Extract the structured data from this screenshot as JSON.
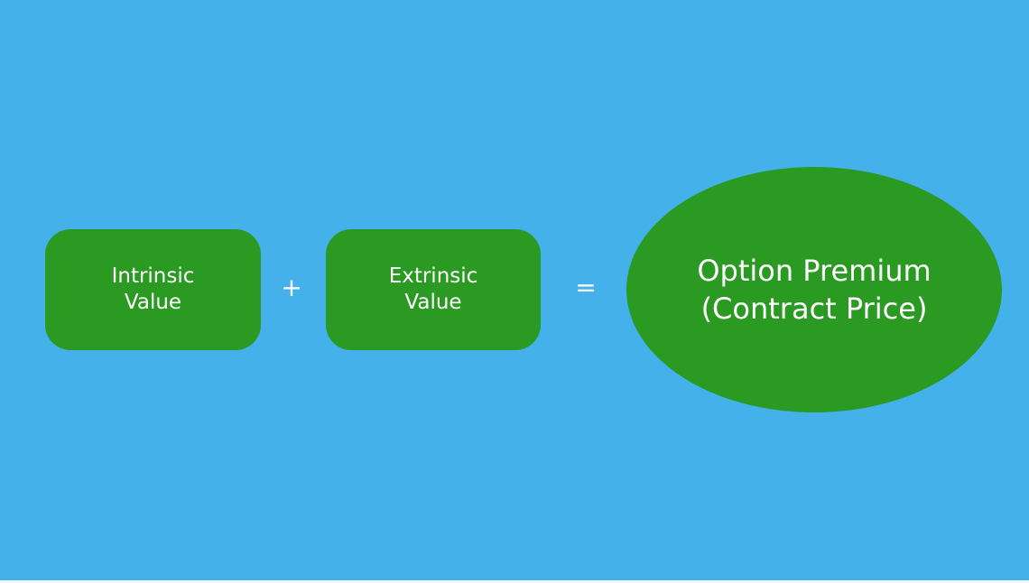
{
  "diagram": {
    "term_one": {
      "line1": "Intrinsic",
      "line2": "Value"
    },
    "operator_add": "+",
    "term_two": {
      "line1": "Extrinsic",
      "line2": "Value"
    },
    "operator_equals": "=",
    "result": {
      "line1": "Option Premium",
      "line2": "(Contract Price)"
    }
  },
  "colors": {
    "background": "#45b1ea",
    "shape_fill": "#2a9a22",
    "text": "#ffffff"
  }
}
